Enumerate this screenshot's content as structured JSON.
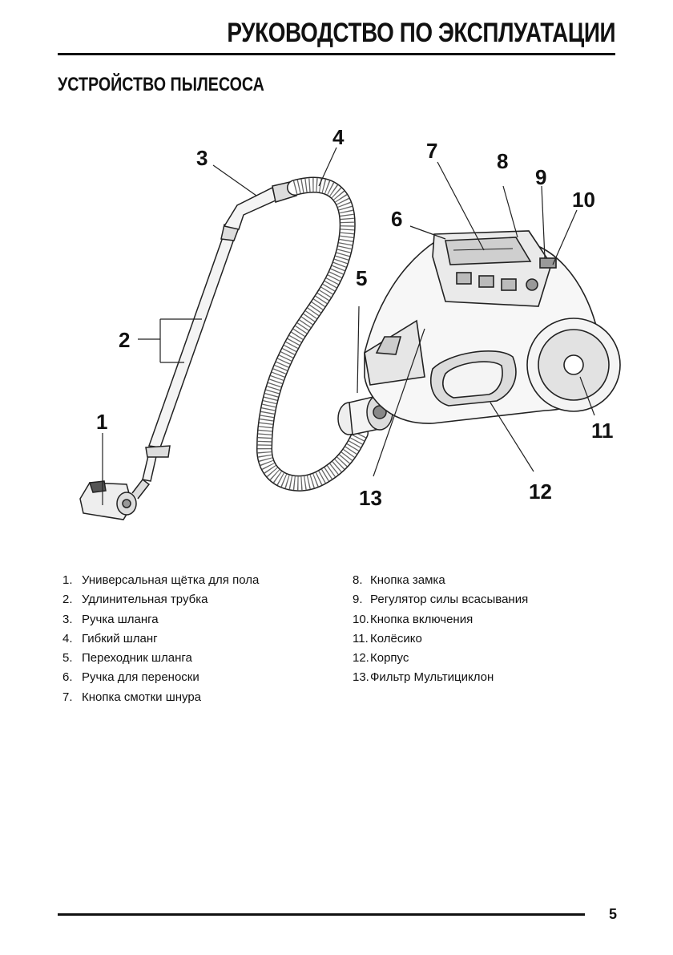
{
  "header": {
    "title": "РУКОВОДСТВО ПО ЭКСПЛУАТАЦИИ"
  },
  "section": {
    "title": "УСТРОЙСТВО ПЫЛЕСОСА"
  },
  "diagram": {
    "callouts": [
      "1",
      "2",
      "3",
      "4",
      "5",
      "6",
      "7",
      "8",
      "9",
      "10",
      "11",
      "12",
      "13"
    ]
  },
  "parts": {
    "left": [
      {
        "num": "1.",
        "label": "Универсальная щётка для пола"
      },
      {
        "num": "2.",
        "label": "Удлинительная трубка"
      },
      {
        "num": "3.",
        "label": "Ручка шланга"
      },
      {
        "num": "4.",
        "label": "Гибкий шланг"
      },
      {
        "num": "5.",
        "label": "Переходник шланга"
      },
      {
        "num": "6.",
        "label": "Ручка для переноски"
      },
      {
        "num": "7.",
        "label": "Кнопка смотки шнура"
      }
    ],
    "right": [
      {
        "num": "8.",
        "label": "Кнопка замка"
      },
      {
        "num": "9.",
        "label": "Регулятор силы всасывания"
      },
      {
        "num": "10.",
        "label": "Кнопка включения"
      },
      {
        "num": "11.",
        "label": "Колёсико"
      },
      {
        "num": "12.",
        "label": "Корпус"
      },
      {
        "num": "13.",
        "label": "Фильтр Мультициклон"
      }
    ]
  },
  "footer": {
    "page_number": "5"
  }
}
